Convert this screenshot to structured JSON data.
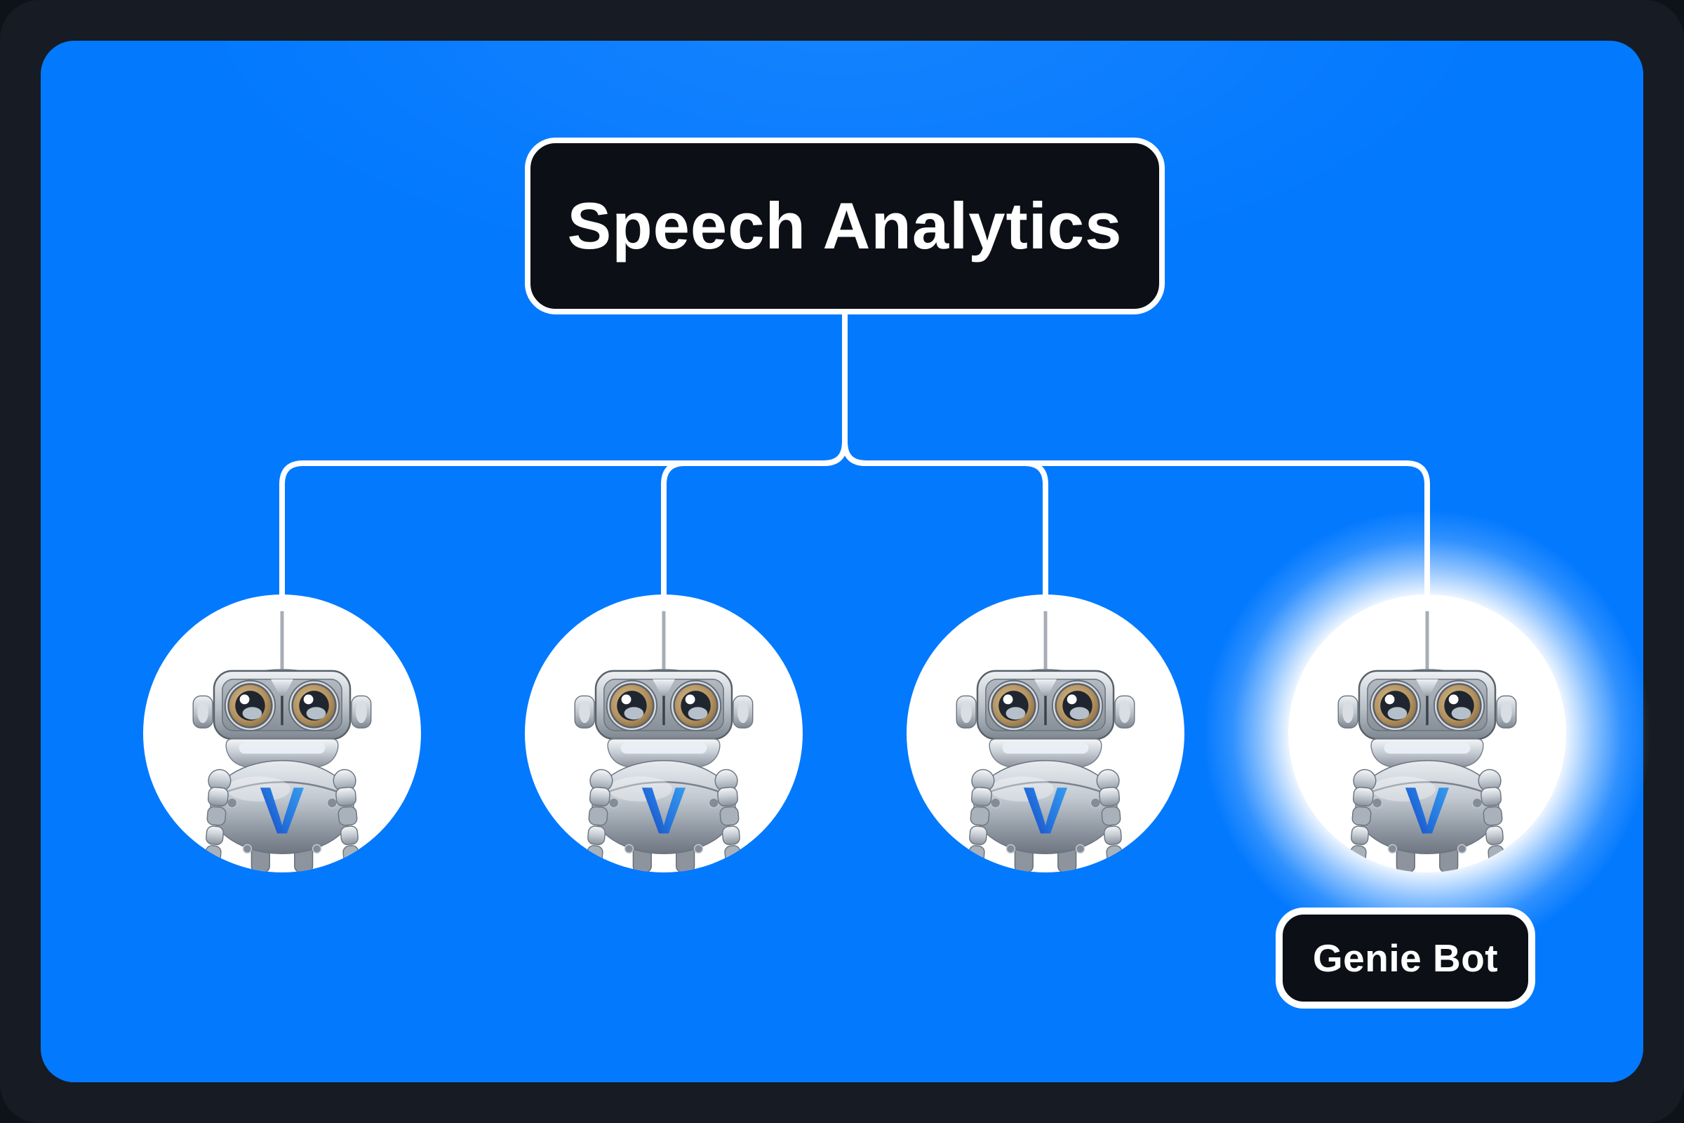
{
  "header": {
    "root_label": "Speech Analytics"
  },
  "nodes": {
    "genie": {
      "label": "Genie Bot"
    },
    "robot": {
      "chest_letter": "V"
    }
  },
  "meta": {
    "branch_count": 4,
    "highlighted_node": "Genie Bot"
  },
  "colors": {
    "frame_dark": "#171b24",
    "panel_blue": "#0379fe",
    "node_fill": "#0c1016",
    "connector_white": "#ffffff",
    "v_logo_gradient_start": "#3aa4f0",
    "v_logo_gradient_end": "#1733ab",
    "eye_amber": "#b3925f"
  },
  "icons": {
    "robot_avatar": "robot-avatar-icon",
    "antenna": "antenna-icon"
  }
}
